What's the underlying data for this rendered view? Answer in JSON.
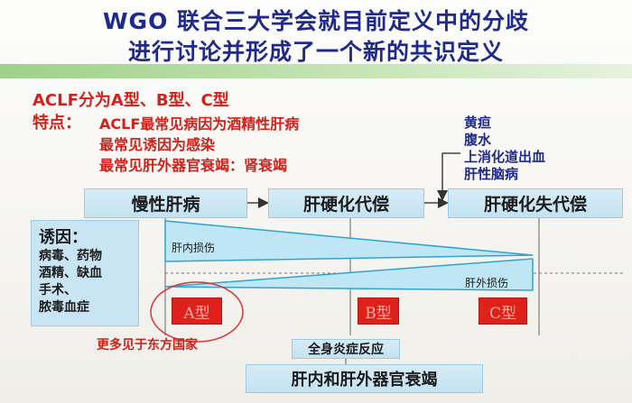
{
  "title": {
    "line1": "WGO 联合三大学会就目前定义中的分歧",
    "line2": "进行讨论并形成了一个新的共识定义"
  },
  "classification": "ACLF分为A型、B型、C型",
  "features": {
    "label": "特点：",
    "items": [
      "ACLF最常见病因为酒精性肝病",
      "最常见诱因为感染",
      "最常见肝外器官衰竭：肾衰竭"
    ]
  },
  "complications": [
    "黄疸",
    "腹水",
    "上消化道出血",
    "肝性脑病"
  ],
  "stages": [
    "慢性肝病",
    "肝硬化代偿",
    "肝硬化失代偿"
  ],
  "triggers": {
    "title": "诱因：",
    "items": [
      "病毒、药物",
      "酒精、缺血",
      "手术、",
      "脓毒血症"
    ]
  },
  "injury": {
    "intrahepatic": "肝内损伤",
    "extrahepatic": "肝外损伤"
  },
  "types": [
    "A型",
    "B型",
    "C型"
  ],
  "east_note": "更多见于东方国家",
  "systemic": "全身炎症反应",
  "outcome": "肝内和肝外器官衰竭",
  "colors": {
    "title_blue": "#1f2a8c",
    "red": "#d0221b",
    "box_blue": "#c3e2f2",
    "triangle_cyan": "#3ec3e6"
  }
}
